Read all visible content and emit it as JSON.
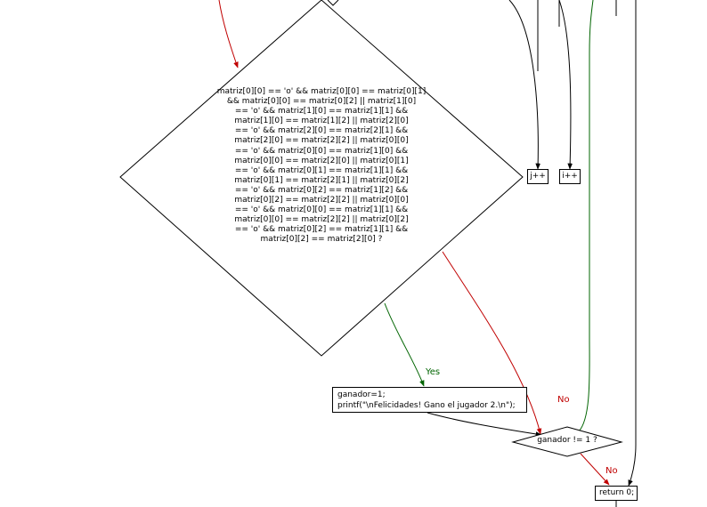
{
  "condition_diamond": {
    "lines": [
      "matriz[0][0] == 'o' && matriz[0][0] == matriz[0][1]",
      "&& matriz[0][0] == matriz[0][2] || matriz[1][0]",
      "== 'o' && matriz[1][0] == matriz[1][1] &&",
      "matriz[1][0] == matriz[1][2] || matriz[2][0]",
      "== 'o' && matriz[2][0] == matriz[2][1] &&",
      "matriz[2][0] == matriz[2][2] || matriz[0][0]",
      "== 'o' && matriz[0][0] == matriz[1][0] &&",
      "matriz[0][0] == matriz[2][0] || matriz[0][1]",
      "== 'o' && matriz[0][1] == matriz[1][1] &&",
      "matriz[0][1] == matriz[2][1] || matriz[0][2]",
      "== 'o' && matriz[0][2] == matriz[1][2] &&",
      "matriz[0][2] == matriz[2][2] || matriz[0][0]",
      "== 'o' && matriz[0][0] == matriz[1][1] &&",
      "matriz[0][0] == matriz[2][2] || matriz[0][2]",
      "== 'o' && matriz[0][2] == matriz[1][1] &&",
      "matriz[0][2] == matriz[2][0] ?"
    ]
  },
  "increment_boxes": [
    "j++",
    "i++"
  ],
  "process_box": {
    "lines": [
      "ganador=1;",
      "printf(\"\\nFelicidades! Gano el jugador 2.\\n\");"
    ]
  },
  "check_diamond": {
    "label": "ganador != 1 ?"
  },
  "return_box": {
    "label": "return 0;"
  },
  "edge_labels": {
    "yes": "Yes",
    "no_condition": "No",
    "no_check": "No"
  },
  "colors": {
    "yes": "#006400",
    "no": "#c00000",
    "default": "#000000"
  }
}
